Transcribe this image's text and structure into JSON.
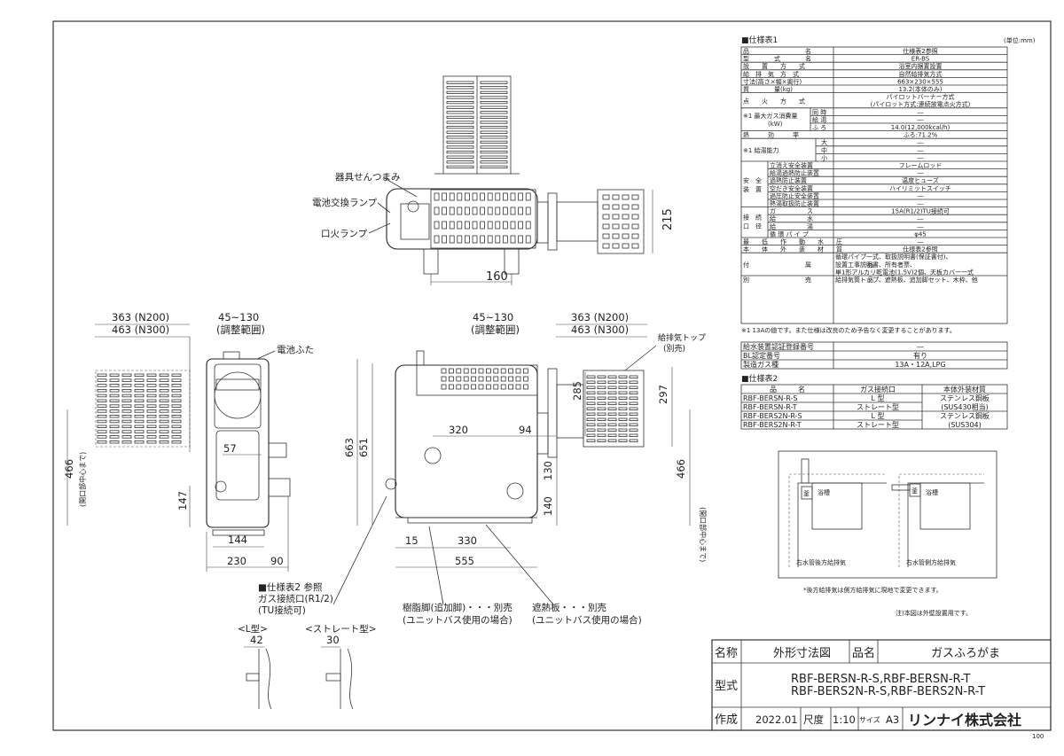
{
  "note_unit": "(単位:mm)",
  "spec1": {
    "title": "■仕様表1",
    "rows": [
      {
        "label": "品　　　　　　　　　名",
        "value": "仕様表2参照"
      },
      {
        "label": "型　　　　式　　　　名",
        "value": "ER-BS"
      },
      {
        "label": "設　　置　　方　　式",
        "value": "浴室内据置設置"
      },
      {
        "label": "給　排　気　方　式",
        "value": "自然給排気方式"
      },
      {
        "label": "寸法(高さ×幅×奥行)",
        "value": "663×230×555"
      },
      {
        "label": "質　　　　量(kg)",
        "value": "13.2(本体のみ)"
      }
    ],
    "ignition_label": "点　　火　　方　　式",
    "ignition_value1": "パイロットバーナー方式",
    "ignition_value2": "(パイロット方式:連続放電点火方式)",
    "gas_label1": "※1 最大ガス消費量",
    "gas_label2": "(kW)",
    "gas_rows": [
      {
        "sub": "同 時",
        "value": "―"
      },
      {
        "sub": "給 湯",
        "value": "―"
      },
      {
        "sub": "ふ ろ",
        "value": "14.0(12,000kcal/h)"
      }
    ],
    "efficiency_label": "熱　　　効　　　率",
    "efficiency_value": "ふろ:71.2%",
    "supply_label": "※1 給湯能力",
    "supply_rows": [
      {
        "sub": "大",
        "value": "―"
      },
      {
        "sub": "中",
        "value": "―"
      },
      {
        "sub": "小",
        "value": "―"
      }
    ],
    "safety_label1": "安　全",
    "safety_label2": "装　置",
    "safety_rows": [
      {
        "sub": "立消え安全装置",
        "value": "フレームロッド"
      },
      {
        "sub": "給湯過熱防止装置",
        "value": "―"
      },
      {
        "sub": "過熱防止装置",
        "value": "温度ヒューズ"
      },
      {
        "sub": "空だき安全装置",
        "value": "ハイリミットスイッチ"
      },
      {
        "sub": "過圧防止安全装置",
        "value": "―"
      },
      {
        "sub": "熱湯取扱防止装置",
        "value": "―"
      }
    ],
    "connect_label1": "接　続",
    "connect_label2": "口　径",
    "connect_rows": [
      {
        "sub": "ガ　　　　　ス",
        "value": "15A(R1/2)TU接続可"
      },
      {
        "sub": "給　　　　　水",
        "value": "―"
      },
      {
        "sub": "給　　　　　湯",
        "value": "―"
      },
      {
        "sub": "循 環 パ イ プ",
        "value": "φ45"
      }
    ],
    "pressure_label": "最　　低　　作　　動　　水　　圧",
    "pressure_value": "―",
    "material_label": "本　　体　　外　　装　　材　　質",
    "material_value": "仕様表2参照",
    "attach_label": "付　　　　　　　　　属　　　　　　　　　品",
    "attach_lines": [
      "循環パイプ一式、取扱説明書(保証書付)、",
      "設置工事説明書、所有者票、",
      "単1形アルカリ乾電池(1.5V)2個、天板カバー一式"
    ],
    "option_label": "別　　　　　　　　　売　　　　　　　　　品",
    "option_value": "給排気筒トップ、遮熱板、追加脚セット、木枠、他",
    "footnote": "※1 13Aの値です。また仕様は改良のため予告なく変更することがあります。"
  },
  "cert": [
    {
      "label": "給水装置認証登録番号",
      "value": "―"
    },
    {
      "label": "BL認定番号",
      "value": "有り"
    },
    {
      "label": "製造ガス種",
      "value": "13A・12A,LPG"
    }
  ],
  "spec2": {
    "title": "■仕様表2",
    "headers": [
      "品　　　名",
      "ガス接続口",
      "本体外装材質"
    ],
    "rows": [
      {
        "name": "RBF-BERSN-R-S",
        "gas": "L 型"
      },
      {
        "name": "RBF-BERSN-R-T",
        "gas": "ストレート型"
      },
      {
        "name": "RBF-BERS2N-R-S",
        "gas": "L 型"
      },
      {
        "name": "RBF-BERS2N-R-T",
        "gas": "ストレート型"
      }
    ],
    "material1a": "ステンレス鋼板",
    "material1b": "(SUS430相当)",
    "material2a": "ステンレス鋼板",
    "material2b": "(SUS304)"
  },
  "layout_diagrams": {
    "bath_label": "浴槽",
    "heater_label": "釜",
    "caption_left": "右水管後方給排気",
    "caption_right": "右水管側方給排気",
    "note": "*後方給排気は側方給排気に現地で変更できます。"
  },
  "note_bottom": "注)本図は外壁設置用です。",
  "top_view": {
    "knob": "器具せんつまみ",
    "battery_lamp": "電池交換ランプ",
    "pilot_lamp": "口火ランプ",
    "dim_160": "160",
    "dim_215": "215"
  },
  "side_view": {
    "dim_363": "363 (N200)",
    "dim_463": "463 (N300)",
    "dim_45_130": "45~130",
    "adjust": "(調整範囲)",
    "battery_cover": "電池ふた",
    "dim_466": "466",
    "dim_466_note": "(開口部中心まで)",
    "dim_57": "57",
    "dim_147": "147",
    "dim_144": "144",
    "dim_230": "230",
    "dim_90": "90"
  },
  "front_view": {
    "dim_45_130": "45~130",
    "adjust": "(調整範囲)",
    "dim_363": "363 (N200)",
    "dim_463": "463 (N300)",
    "flue_top": "給排気トップ",
    "sold_separately": "(別売)",
    "dim_663": "663",
    "dim_651": "651",
    "dim_320": "320",
    "dim_94": "94",
    "dim_285": "285",
    "dim_297": "297",
    "dim_130": "130",
    "dim_140": "140",
    "dim_466": "466",
    "dim_466_note": "(開口部中心まで)",
    "dim_15": "15",
    "dim_330": "330",
    "dim_555": "555"
  },
  "gas_note": {
    "line1": "■仕様表2 参照",
    "line2": "ガス接続口(R1/2)",
    "line3": "(TU接続可)"
  },
  "leg_note": {
    "line1": "樹脂脚(追加脚)・・・別売",
    "line2": "(ユニットバス使用の場合)"
  },
  "shield_note": {
    "line1": "遮熱板・・・別売",
    "line2": "(ユニットバス使用の場合)"
  },
  "l_type": {
    "label": "<L型>",
    "dim": "42"
  },
  "straight_type": {
    "label": "<ストレート型>",
    "dim": "30"
  },
  "title_block": {
    "name_label": "名称",
    "name_value": "外形寸法図",
    "product_label": "品名",
    "product_value": "ガスふろがま",
    "model_label": "型式",
    "model_line1": "RBF-BERSN-R-S,RBF-BERSN-R-T",
    "model_line2": "RBF-BERS2N-R-S,RBF-BERS2N-R-T",
    "made_label": "作成",
    "date": "2022.01",
    "scale_label": "尺度",
    "scale": "1:10",
    "size_label": "サイズ",
    "size": "A3",
    "company": "リンナイ株式会社",
    "page": "100"
  }
}
